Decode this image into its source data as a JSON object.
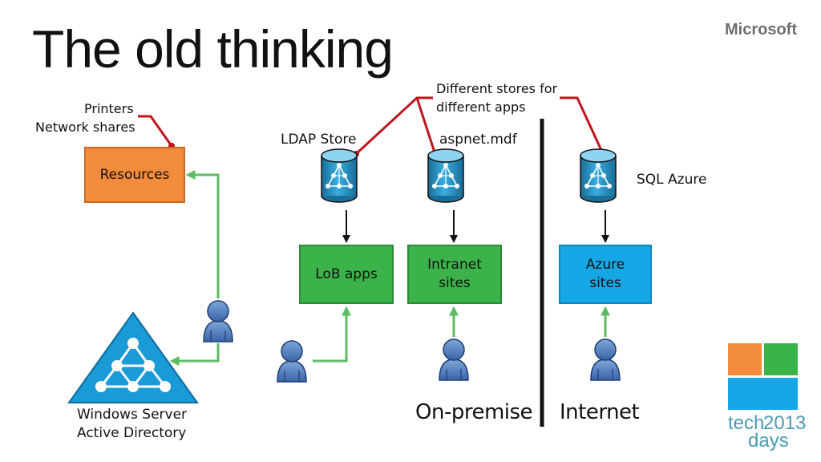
{
  "slide": {
    "title": "The old thinking",
    "brand": "Microsoft"
  },
  "labels": {
    "printers": "Printers",
    "network_shares": "Network shares",
    "different_stores_line1": "Different stores for",
    "different_stores_line2": "different apps",
    "ldap_store": "LDAP Store",
    "aspnet_mdf": "aspnet.mdf",
    "sql_azure": "SQL Azure",
    "on_premise": "On-premise",
    "internet": "Internet",
    "ad_line1": "Windows Server",
    "ad_line2": "Active Directory"
  },
  "boxes": {
    "resources": "Resources",
    "lob_apps": "LoB apps",
    "intranet_line1": "Intranet",
    "intranet_line2": "sites",
    "azure_line1": "Azure",
    "azure_line2": "sites"
  },
  "techdays": {
    "tech": "tech",
    "year": "2013",
    "days": "days"
  },
  "colors": {
    "orange": "#f28b3c",
    "green": "#3cb34a",
    "blue": "#16a8e6",
    "callout_red": "#c0141c",
    "arrow_green": "#5dbb63",
    "db_blue": "#1f8fc4"
  }
}
